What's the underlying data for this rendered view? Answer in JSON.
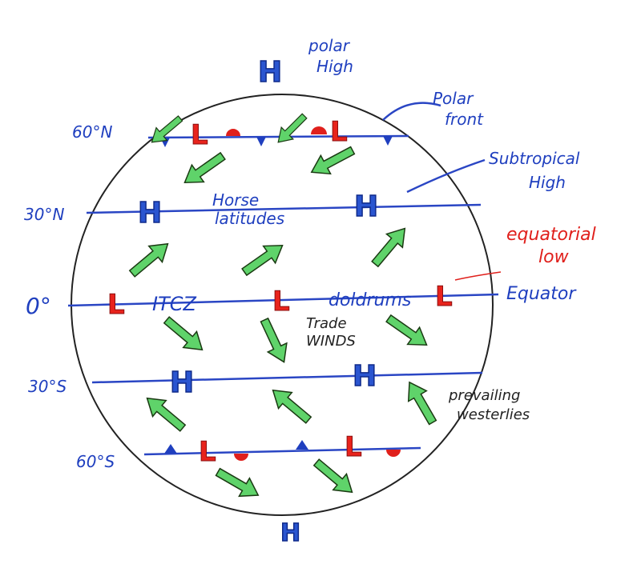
{
  "title_labels": {
    "polar_high": [
      "polar",
      "High"
    ],
    "polar_front": [
      "Polar",
      "front"
    ],
    "subtropical_high": [
      "Subtropical",
      "High"
    ],
    "horse_latitudes": [
      "Horse",
      "latitudes"
    ],
    "equatorial_low": [
      "equatorial",
      "low"
    ],
    "itcz": "ITCZ",
    "doldrums": "doldrums",
    "equator": "Equator",
    "trade_winds": [
      "Trade",
      "WINDS"
    ],
    "prevailing_westerlies": [
      "prevailing",
      "westerlies"
    ]
  },
  "latitudes": {
    "n60": "60°N",
    "n30": "30°N",
    "eq": "0°",
    "s30": "30°S",
    "s60": "60°S"
  },
  "symbols": {
    "high": "H",
    "low": "L"
  },
  "colors": {
    "blue": "#1f3fbf",
    "red": "#e0201c",
    "green": "#5fd36a"
  }
}
